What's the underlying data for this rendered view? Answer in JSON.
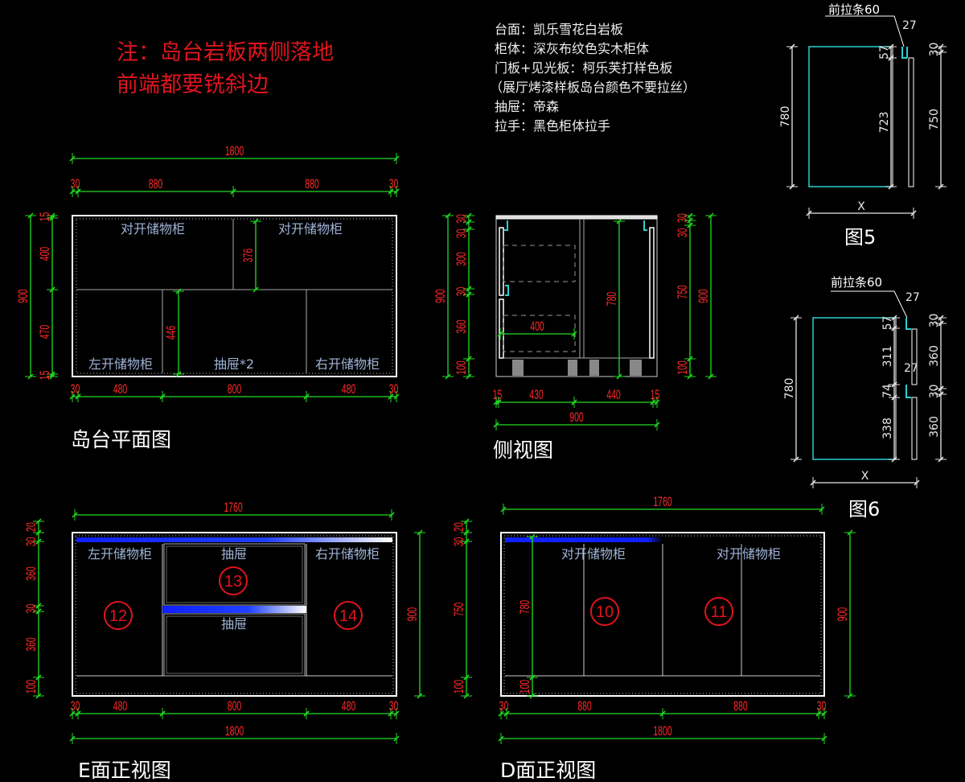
{
  "note": {
    "line1": "注：岛台岩板两侧落地",
    "line2": "前端都要铣斜边"
  },
  "specs": [
    "台面：凯乐雪花白岩板",
    "柜体：深灰布纹色实木柜体",
    "门板+见光板：柯乐芙打样色板",
    "（展厅烤漆样板岛台颜色不要拉丝）",
    "抽屉：帝森",
    "拉手：黑色柜体拉手"
  ],
  "colors": {
    "dimension_line": "#22dd22",
    "dimension_text": "#ff2a2a",
    "outline": "#ffffff",
    "label": "#9fb4d8",
    "panel": "#2bd0d0",
    "accent_bar": "#1020ff"
  },
  "plan": {
    "title": "岛台平面图",
    "labels": {
      "top_left": "对开储物柜",
      "top_right": "对开储物柜",
      "bottom_left": "左开储物柜",
      "bottom_middle": "抽屉*2",
      "bottom_right": "右开储物柜"
    },
    "dims": {
      "total_width": "1800",
      "top": [
        "30",
        "880",
        "880",
        "30"
      ],
      "bottom": [
        "30",
        "480",
        "800",
        "480",
        "30"
      ],
      "total_depth": "900",
      "left": [
        "15",
        "400",
        "470",
        "15"
      ],
      "inner_upper": "376",
      "inner_lower": "446"
    }
  },
  "side": {
    "title": "侧视图",
    "dims": {
      "left_total": "900",
      "left": [
        "30",
        "30",
        "300",
        "30",
        "360",
        "100"
      ],
      "right": [
        "30",
        "30",
        "750",
        "100"
      ],
      "right_total": "900",
      "inner_height": "780",
      "drawer_depth": "400",
      "bottom": [
        "15",
        "430",
        "440",
        "15"
      ],
      "bottom_total": "900"
    }
  },
  "fig5": {
    "title": "图5",
    "callout": "前拉条60",
    "gap": "27",
    "width_label": "X",
    "dims": {
      "height": "780",
      "inner": [
        "57",
        "723"
      ],
      "outer": [
        "30",
        "750"
      ]
    }
  },
  "fig6": {
    "title": "图6",
    "callout": "前拉条60",
    "gap_top": "27",
    "gap_mid": "27",
    "width_label": "X",
    "dims": {
      "height": "780",
      "inner": [
        "57",
        "311",
        "74",
        "338"
      ],
      "outer": [
        "30",
        "360",
        "30",
        "360"
      ]
    }
  },
  "elev_e": {
    "title": "E面正视图",
    "labels": {
      "left": "左开储物柜",
      "drawer_top": "抽屉",
      "drawer_bottom": "抽屉",
      "right": "右开储物柜"
    },
    "markers": [
      "12",
      "13",
      "14"
    ],
    "dims": {
      "top_width": "1760",
      "left": [
        "20",
        "30",
        "360",
        "30",
        "360",
        "100"
      ],
      "right_total": "900",
      "bottom": [
        "30",
        "480",
        "800",
        "480",
        "30"
      ],
      "bottom_total": "1800"
    }
  },
  "elev_d": {
    "title": "D面正视图",
    "labels": {
      "left": "对开储物柜",
      "right": "对开储物柜"
    },
    "markers": [
      "10",
      "11"
    ],
    "dims": {
      "top_width": "1760",
      "left": [
        "20",
        "30",
        "750",
        "100"
      ],
      "inner_height": "780",
      "inner_toe": "100",
      "right_total": "900",
      "bottom": [
        "30",
        "880",
        "880",
        "30"
      ],
      "bottom_total": "1800"
    }
  }
}
